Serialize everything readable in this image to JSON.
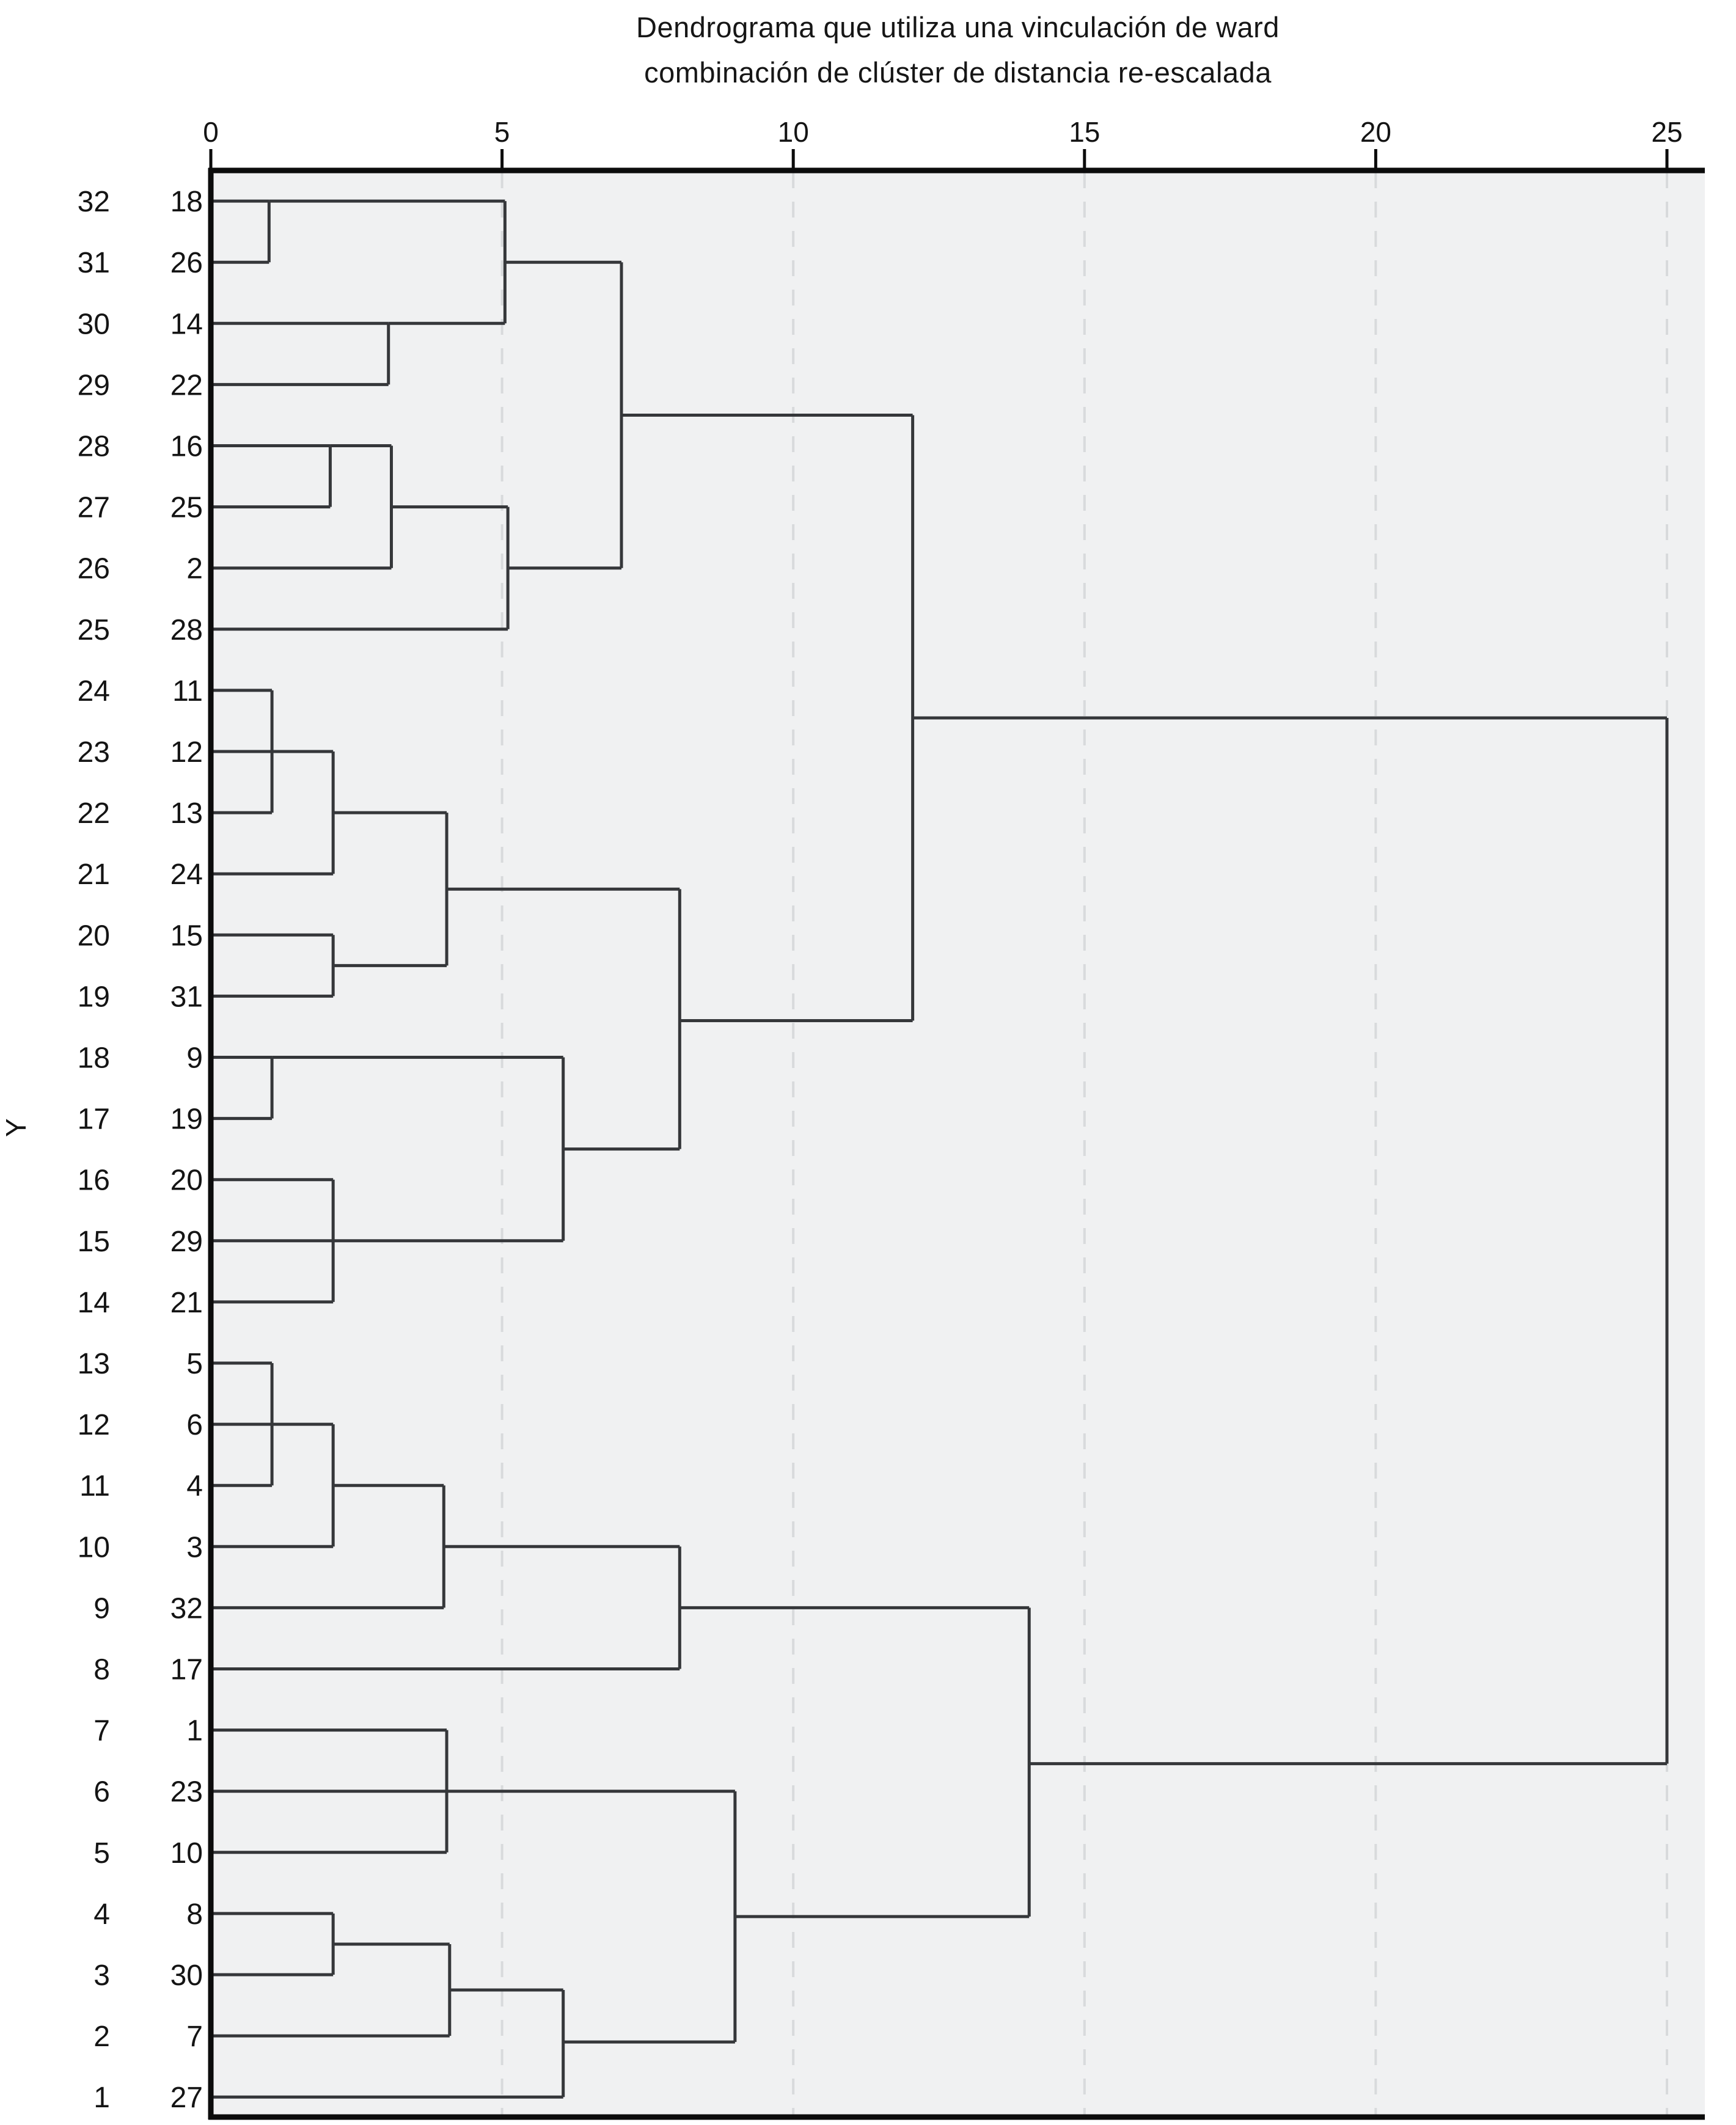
{
  "title": {
    "line1": "Dendrograma que utiliza una vinculación de ward",
    "line2": "combinación de clúster de distancia re-escalada"
  },
  "y_axis_label": "Y",
  "x_axis": {
    "min": 0,
    "max": 25,
    "ticks": [
      "0",
      "5",
      "10",
      "15",
      "20",
      "25"
    ]
  },
  "rows": [
    {
      "index": "32",
      "case": "18"
    },
    {
      "index": "31",
      "case": "26"
    },
    {
      "index": "30",
      "case": "14"
    },
    {
      "index": "29",
      "case": "22"
    },
    {
      "index": "28",
      "case": "16"
    },
    {
      "index": "27",
      "case": "25"
    },
    {
      "index": "26",
      "case": "2"
    },
    {
      "index": "25",
      "case": "28"
    },
    {
      "index": "24",
      "case": "11"
    },
    {
      "index": "23",
      "case": "12"
    },
    {
      "index": "22",
      "case": "13"
    },
    {
      "index": "21",
      "case": "24"
    },
    {
      "index": "20",
      "case": "15"
    },
    {
      "index": "19",
      "case": "31"
    },
    {
      "index": "18",
      "case": "9"
    },
    {
      "index": "17",
      "case": "19"
    },
    {
      "index": "16",
      "case": "20"
    },
    {
      "index": "15",
      "case": "29"
    },
    {
      "index": "14",
      "case": "21"
    },
    {
      "index": "13",
      "case": "5"
    },
    {
      "index": "12",
      "case": "6"
    },
    {
      "index": "11",
      "case": "4"
    },
    {
      "index": "10",
      "case": "3"
    },
    {
      "index": "9",
      "case": "32"
    },
    {
      "index": "8",
      "case": "17"
    },
    {
      "index": "7",
      "case": "1"
    },
    {
      "index": "6",
      "case": "23"
    },
    {
      "index": "5",
      "case": "10"
    },
    {
      "index": "4",
      "case": "8"
    },
    {
      "index": "3",
      "case": "30"
    },
    {
      "index": "2",
      "case": "7"
    },
    {
      "index": "1",
      "case": "27"
    }
  ],
  "chart_data": {
    "type": "dendrogram",
    "linkage": "ward",
    "orientation": "horizontal-left-root-right",
    "distance_axis": {
      "label_values": [
        0,
        5,
        10,
        15,
        20,
        25
      ],
      "range": [
        0,
        25
      ],
      "grid": "dashed"
    },
    "leaf_order": [
      "18",
      "26",
      "14",
      "22",
      "16",
      "25",
      "2",
      "28",
      "11",
      "12",
      "13",
      "24",
      "15",
      "31",
      "9",
      "19",
      "20",
      "29",
      "21",
      "5",
      "6",
      "4",
      "3",
      "32",
      "17",
      "1",
      "23",
      "10",
      "8",
      "30",
      "7",
      "27"
    ],
    "merges": [
      {
        "clusters": [
          "18",
          "26"
        ],
        "distance": 1.0
      },
      {
        "clusters": [
          "14",
          "22"
        ],
        "distance": 3.05
      },
      {
        "clusters": [
          "18·26",
          "14·22"
        ],
        "distance": 5.05
      },
      {
        "clusters": [
          "16",
          "25"
        ],
        "distance": 2.05
      },
      {
        "clusters": [
          "16·25",
          "2"
        ],
        "distance": 3.1
      },
      {
        "clusters": [
          "16·25·2",
          "28"
        ],
        "distance": 5.1
      },
      {
        "clusters": [
          "18·26·14·22",
          "16·25·2·28"
        ],
        "distance": 7.05
      },
      {
        "clusters": [
          "11",
          "12",
          "13"
        ],
        "distance": 1.05
      },
      {
        "clusters": [
          "11·12·13",
          "24"
        ],
        "distance": 2.1
      },
      {
        "clusters": [
          "15",
          "31"
        ],
        "distance": 2.1
      },
      {
        "clusters": [
          "11·12·13·24",
          "15·31"
        ],
        "distance": 4.05
      },
      {
        "clusters": [
          "9",
          "19"
        ],
        "distance": 1.05
      },
      {
        "clusters": [
          "20",
          "29",
          "21"
        ],
        "distance": 2.1
      },
      {
        "clusters": [
          "9·19",
          "20·29·21"
        ],
        "distance": 6.05
      },
      {
        "clusters": [
          "11·12·13·24·15·31",
          "9·19·20·29·21"
        ],
        "distance": 8.05
      },
      {
        "clusters": [
          "grupo-18-28",
          "grupo-11-21"
        ],
        "distance": 12.05
      },
      {
        "clusters": [
          "5",
          "6",
          "4"
        ],
        "distance": 1.05
      },
      {
        "clusters": [
          "5·6·4",
          "3"
        ],
        "distance": 2.1
      },
      {
        "clusters": [
          "5·6·4·3",
          "32"
        ],
        "distance": 4.0
      },
      {
        "clusters": [
          "5·6·4·3·32",
          "17"
        ],
        "distance": 8.05
      },
      {
        "clusters": [
          "1",
          "23",
          "10"
        ],
        "distance": 4.05
      },
      {
        "clusters": [
          "8",
          "30"
        ],
        "distance": 2.1
      },
      {
        "clusters": [
          "8·30",
          "7"
        ],
        "distance": 4.1
      },
      {
        "clusters": [
          "8·30·7",
          "27"
        ],
        "distance": 6.05
      },
      {
        "clusters": [
          "1·23·10",
          "8·30·7·27"
        ],
        "distance": 9.0
      },
      {
        "clusters": [
          "grupo-5-17",
          "grupo-1-27"
        ],
        "distance": 14.05
      },
      {
        "clusters": [
          "rama-superior",
          "rama-inferior"
        ],
        "distance": 25.0
      }
    ],
    "leaf_lines": [
      {
        "row": 1,
        "to": 1.0
      },
      {
        "row": 2,
        "to": 1.0
      },
      {
        "row": 3,
        "to": 3.05
      },
      {
        "row": 4,
        "to": 3.05
      },
      {
        "row": 5,
        "to": 2.05
      },
      {
        "row": 6,
        "to": 2.05
      },
      {
        "row": 7,
        "to": 3.1
      },
      {
        "row": 8,
        "to": 5.1
      },
      {
        "row": 9,
        "to": 1.05
      },
      {
        "row": 10,
        "to": 1.05
      },
      {
        "row": 11,
        "to": 1.05
      },
      {
        "row": 12,
        "to": 2.1
      },
      {
        "row": 13,
        "to": 2.1
      },
      {
        "row": 14,
        "to": 2.1
      },
      {
        "row": 15,
        "to": 1.05
      },
      {
        "row": 16,
        "to": 1.05
      },
      {
        "row": 17,
        "to": 2.1
      },
      {
        "row": 18,
        "to": 2.1
      },
      {
        "row": 19,
        "to": 2.1
      },
      {
        "row": 20,
        "to": 1.05
      },
      {
        "row": 21,
        "to": 1.05
      },
      {
        "row": 22,
        "to": 1.05
      },
      {
        "row": 23,
        "to": 2.1
      },
      {
        "row": 24,
        "to": 4.0
      },
      {
        "row": 25,
        "to": 8.05
      },
      {
        "row": 26,
        "to": 4.05
      },
      {
        "row": 27,
        "to": 4.05
      },
      {
        "row": 28,
        "to": 4.05
      },
      {
        "row": 29,
        "to": 2.1
      },
      {
        "row": 30,
        "to": 2.1
      },
      {
        "row": 31,
        "to": 4.1
      },
      {
        "row": 32,
        "to": 6.05
      }
    ],
    "verticals": [
      {
        "d": 1.0,
        "from": 1,
        "to": 2
      },
      {
        "d": 3.05,
        "from": 3,
        "to": 4
      },
      {
        "d": 5.05,
        "from": 1,
        "to": 3
      },
      {
        "d": 2.05,
        "from": 5,
        "to": 6
      },
      {
        "d": 3.1,
        "from": 5,
        "to": 7
      },
      {
        "d": 5.1,
        "from": 6,
        "to": 8
      },
      {
        "d": 7.05,
        "from": 2,
        "to": 7
      },
      {
        "d": 1.05,
        "from": 9,
        "to": 11
      },
      {
        "d": 2.1,
        "from": 10,
        "to": 12
      },
      {
        "d": 2.1,
        "from": 13,
        "to": 14
      },
      {
        "d": 4.05,
        "from": 11,
        "to": 13.5
      },
      {
        "d": 1.05,
        "from": 15,
        "to": 16
      },
      {
        "d": 2.1,
        "from": 17,
        "to": 19
      },
      {
        "d": 6.05,
        "from": 15,
        "to": 18
      },
      {
        "d": 8.05,
        "from": 12.25,
        "to": 16.5
      },
      {
        "d": 12.05,
        "from": 4.5,
        "to": 14.4
      },
      {
        "d": 1.05,
        "from": 20,
        "to": 22
      },
      {
        "d": 2.1,
        "from": 21,
        "to": 23
      },
      {
        "d": 4.0,
        "from": 22,
        "to": 24
      },
      {
        "d": 8.05,
        "from": 23,
        "to": 25
      },
      {
        "d": 4.05,
        "from": 26,
        "to": 28
      },
      {
        "d": 2.1,
        "from": 29,
        "to": 30
      },
      {
        "d": 4.1,
        "from": 29.5,
        "to": 31
      },
      {
        "d": 6.05,
        "from": 30.25,
        "to": 32
      },
      {
        "d": 9.0,
        "from": 27,
        "to": 31.1
      },
      {
        "d": 14.05,
        "from": 24,
        "to": 29.05
      },
      {
        "d": 25.0,
        "from": 9.45,
        "to": 26.55
      }
    ],
    "connectors": [
      {
        "row": 1,
        "from": 1.0,
        "to": 5.05
      },
      {
        "row": 3,
        "from": 3.05,
        "to": 5.05
      },
      {
        "row": 2,
        "from": 5.05,
        "to": 7.05
      },
      {
        "row": 5,
        "from": 2.05,
        "to": 3.1
      },
      {
        "row": 6,
        "from": 3.1,
        "to": 5.1
      },
      {
        "row": 7,
        "from": 5.1,
        "to": 7.05
      },
      {
        "row": 4.5,
        "from": 7.05,
        "to": 12.05
      },
      {
        "row": 10,
        "from": 1.05,
        "to": 2.1
      },
      {
        "row": 11,
        "from": 2.1,
        "to": 4.05
      },
      {
        "row": 13.5,
        "from": 2.1,
        "to": 4.05
      },
      {
        "row": 12.25,
        "from": 4.05,
        "to": 8.05
      },
      {
        "row": 15,
        "from": 1.05,
        "to": 6.05
      },
      {
        "row": 18,
        "from": 2.1,
        "to": 6.05
      },
      {
        "row": 16.5,
        "from": 6.05,
        "to": 8.05
      },
      {
        "row": 14.4,
        "from": 8.05,
        "to": 12.05
      },
      {
        "row": 9.45,
        "from": 12.05,
        "to": 25.0
      },
      {
        "row": 21,
        "from": 1.05,
        "to": 2.1
      },
      {
        "row": 22,
        "from": 2.1,
        "to": 4.0
      },
      {
        "row": 23,
        "from": 4.0,
        "to": 8.05
      },
      {
        "row": 24,
        "from": 8.05,
        "to": 14.05
      },
      {
        "row": 27,
        "from": 4.05,
        "to": 9.0
      },
      {
        "row": 29.5,
        "from": 2.1,
        "to": 4.1
      },
      {
        "row": 30.25,
        "from": 4.1,
        "to": 6.05
      },
      {
        "row": 31.1,
        "from": 6.05,
        "to": 9.0
      },
      {
        "row": 29.05,
        "from": 9.0,
        "to": 14.05
      },
      {
        "row": 26.55,
        "from": 14.05,
        "to": 25.0
      }
    ]
  },
  "style": {
    "plot_bg": "#f0f1f2",
    "page_bg": "#ffffff",
    "line_color": "#35373a",
    "border_color": "#0c0c0c",
    "grid_color": "#d8dadc",
    "text_color": "#141414"
  }
}
